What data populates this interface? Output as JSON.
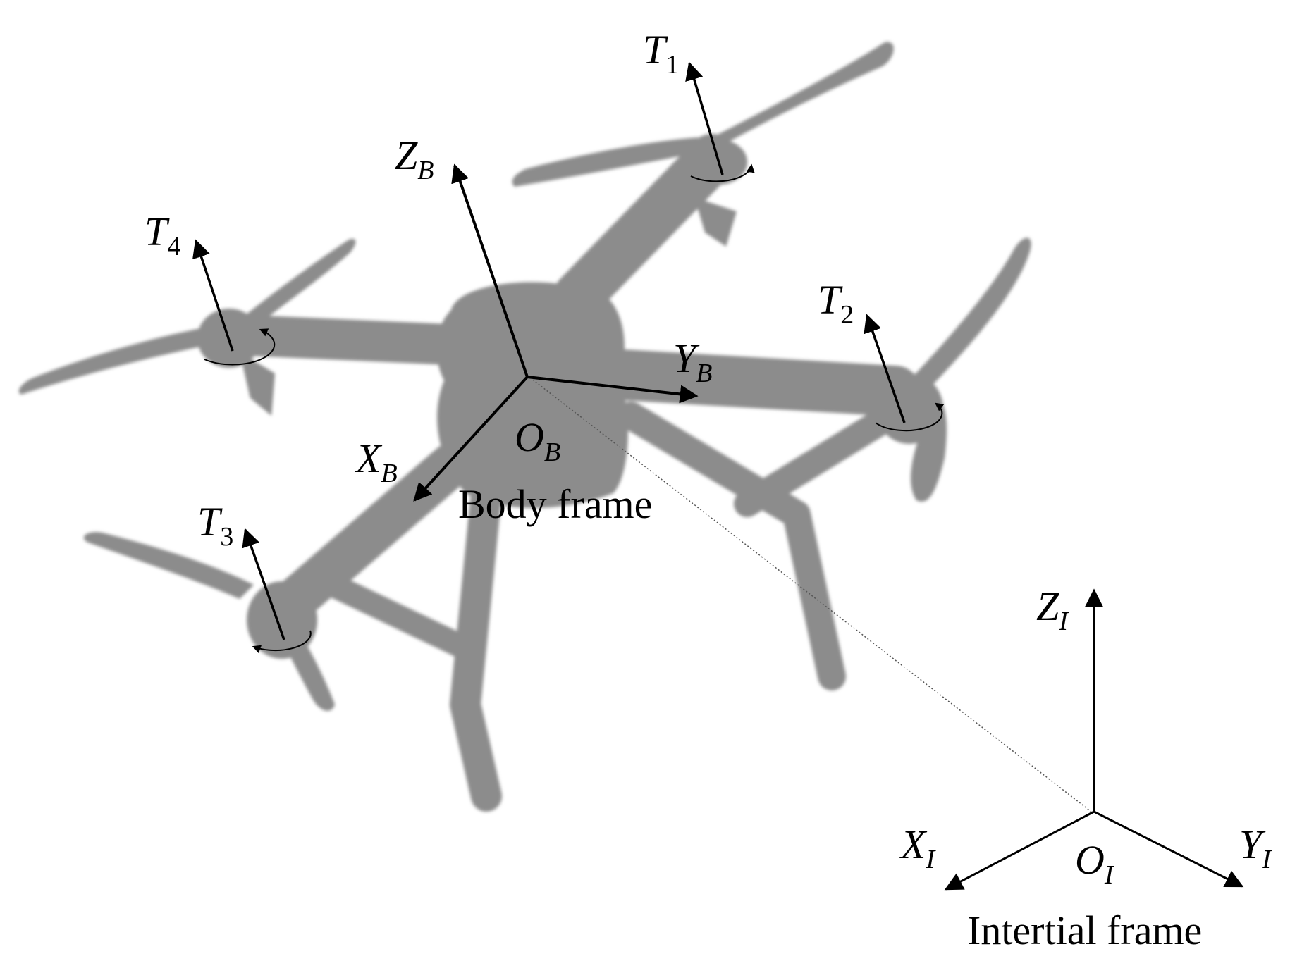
{
  "colors": {
    "drone": "#8c8c8c",
    "ink": "#000000",
    "background": "#ffffff"
  },
  "thrusts": {
    "t1": {
      "main": "T",
      "sub": "1"
    },
    "t2": {
      "main": "T",
      "sub": "2"
    },
    "t3": {
      "main": "T",
      "sub": "3"
    },
    "t4": {
      "main": "T",
      "sub": "4"
    }
  },
  "body_axes": {
    "z": {
      "main": "Z",
      "sub": "B"
    },
    "y": {
      "main": "Y",
      "sub": "B"
    },
    "x": {
      "main": "X",
      "sub": "B"
    },
    "origin": {
      "main": "O",
      "sub": "B"
    },
    "caption": "Body frame"
  },
  "inertial_axes": {
    "z": {
      "main": "Z",
      "sub": "I"
    },
    "y": {
      "main": "Y",
      "sub": "I"
    },
    "x": {
      "main": "X",
      "sub": "I"
    },
    "origin": {
      "main": "O",
      "sub": "I"
    },
    "caption": "Intertial frame"
  }
}
